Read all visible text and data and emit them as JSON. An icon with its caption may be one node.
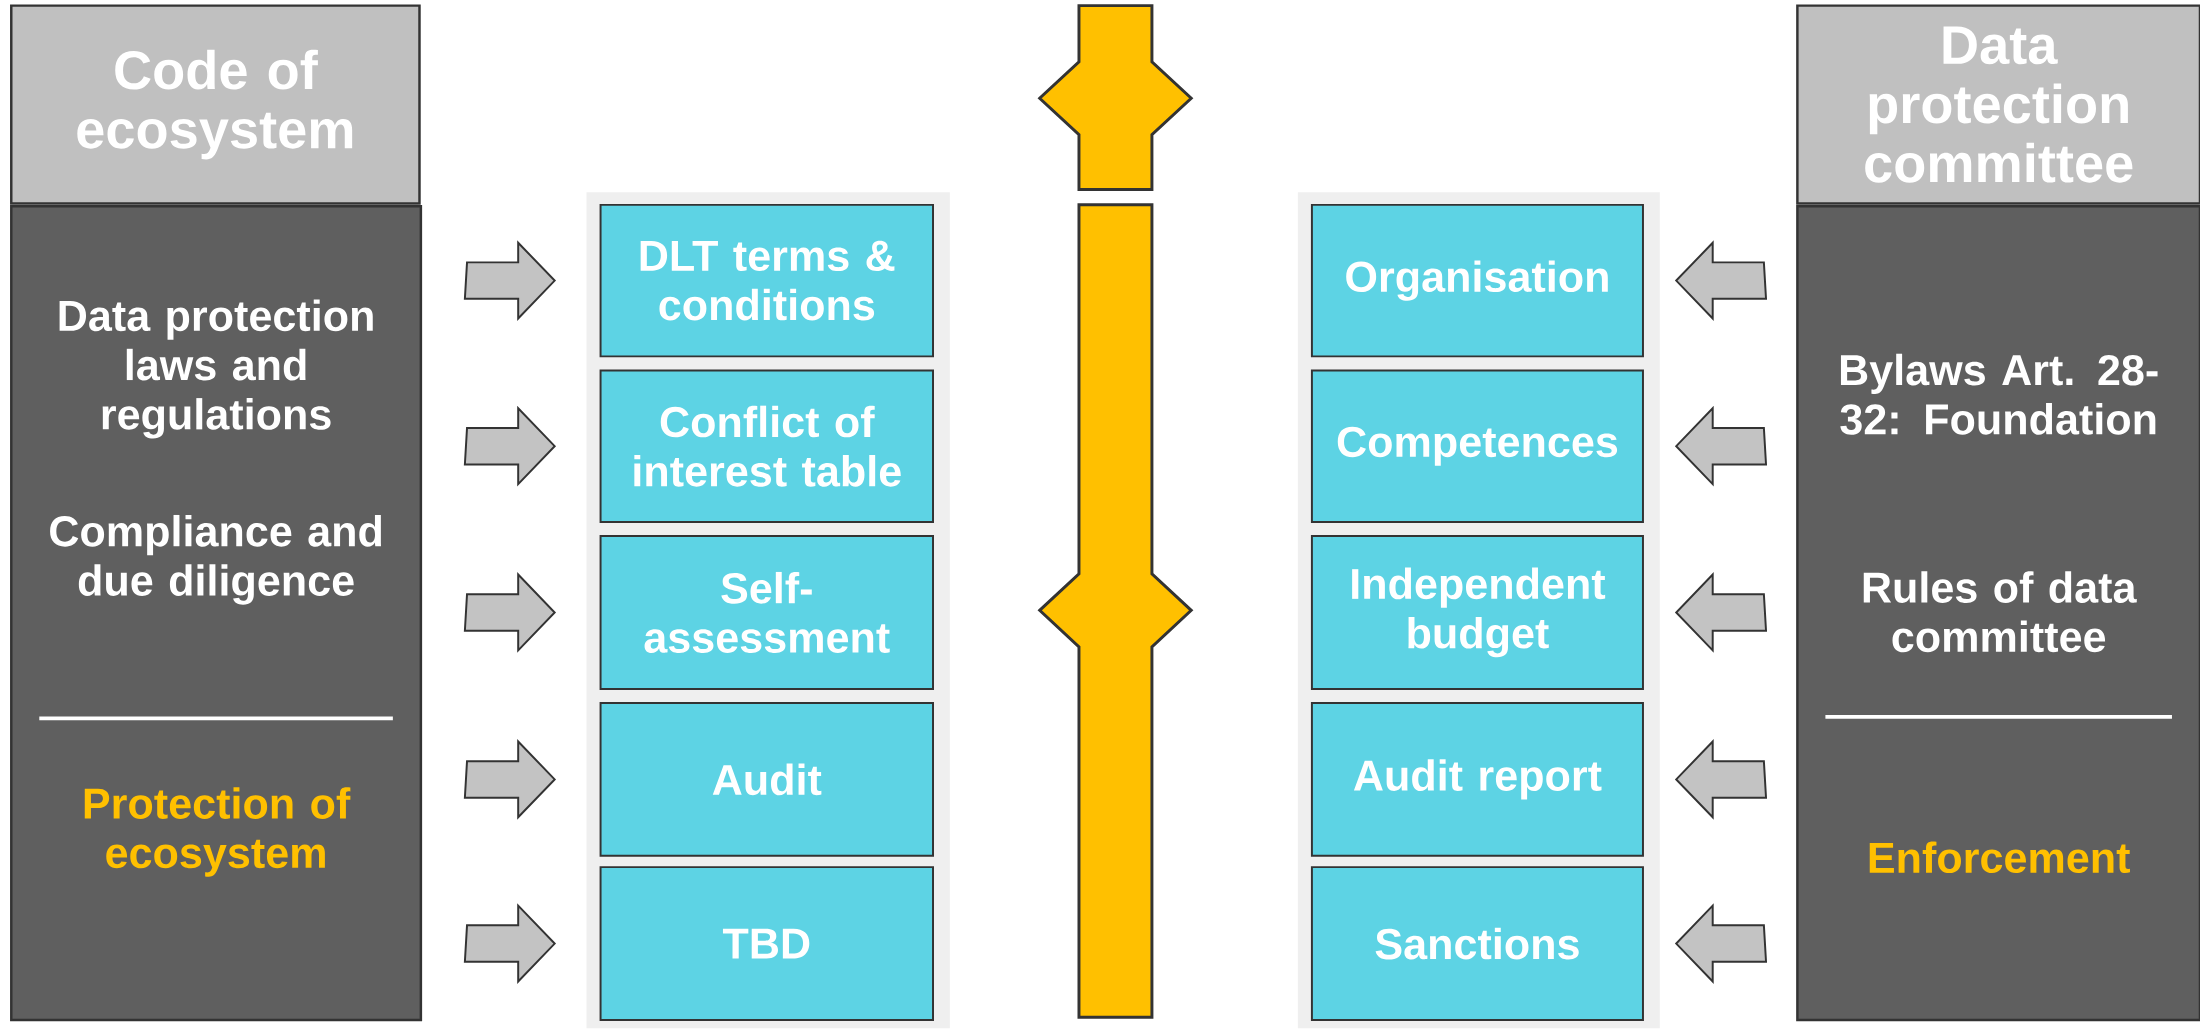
{
  "diagram": {
    "nodes": [
      {
        "text": [
          "Code of ecosystem"
        ]
      },
      {
        "text": [
          "Data protection laws and regulations",
          "Compliance and due diligence",
          "Protection of ecosystem"
        ]
      },
      {
        "text": [],
        "shape": "box"
      },
      {
        "text": [
          "DLT terms & conditions"
        ],
        "in": 2
      },
      {
        "text": [
          "Conflict of interest table"
        ],
        "in": 2
      },
      {
        "text": [
          "Self-assessment"
        ],
        "in": 2
      },
      {
        "text": [
          "Audit"
        ],
        "in": 2
      },
      {
        "text": [
          "TBD"
        ],
        "in": 2
      },
      {
        "text": [],
        "shape": "box"
      },
      {
        "text": [
          "Organisation"
        ],
        "in": 8
      },
      {
        "text": [
          "Competences"
        ],
        "in": 8
      },
      {
        "text": [
          "Independent budget"
        ],
        "in": 8
      },
      {
        "text": [
          "Audit report"
        ],
        "in": 8
      },
      {
        "text": [
          "Sanctions"
        ],
        "in": 8
      },
      {
        "text": [
          "Data protection committee"
        ]
      },
      {
        "text": [
          "Bylaws Art. 28-32: Foundation",
          "Rules of data committee",
          "Enforcement"
        ]
      }
    ],
    "edges": [
      {
        "from": 1,
        "to": 3,
        "arrow": "to"
      },
      {
        "from": 1,
        "to": 4,
        "arrow": "to"
      },
      {
        "from": 1,
        "to": 5,
        "arrow": "to"
      },
      {
        "from": 1,
        "to": 6,
        "arrow": "to"
      },
      {
        "from": 1,
        "to": 7,
        "arrow": "to"
      },
      {
        "from": 15,
        "to": 9,
        "arrow": "to"
      },
      {
        "from": 15,
        "to": 10,
        "arrow": "to"
      },
      {
        "from": 15,
        "to": 11,
        "arrow": "to"
      },
      {
        "from": 15,
        "to": 12,
        "arrow": "to"
      },
      {
        "from": 15,
        "to": 13,
        "arrow": "to"
      }
    ]
  }
}
